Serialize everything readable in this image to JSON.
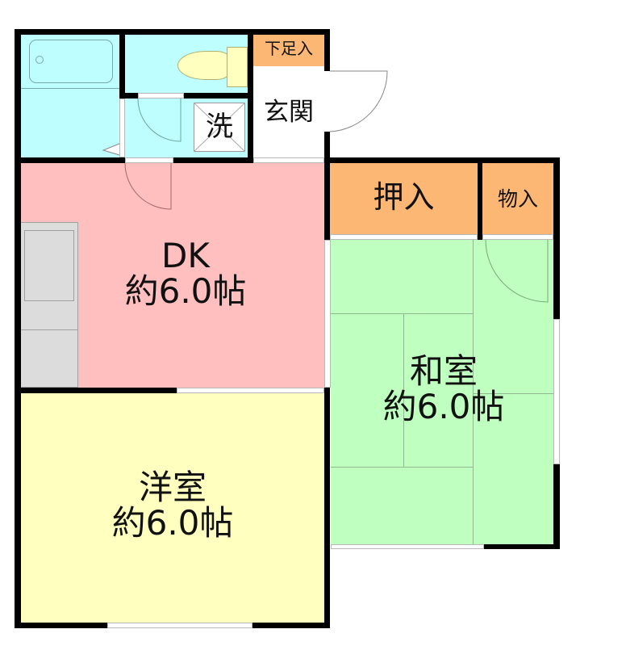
{
  "plan": {
    "colors": {
      "wet_area": "#bffefe",
      "dk": "#ffbfbf",
      "western_room": "#ffffbf",
      "japanese_room": "#bfffbf",
      "storage": "#fcb774",
      "kitchen_counter": "#dcdcdc",
      "toilet": "#ffffbf",
      "wall": "#000000"
    },
    "rooms": {
      "shoe_storage": {
        "label": "下足入"
      },
      "entrance": {
        "label": "玄関"
      },
      "washing_machine": {
        "label": "洗"
      },
      "closet": {
        "label": "押入"
      },
      "storage": {
        "label": "物入"
      },
      "dk": {
        "name": "DK",
        "size": "約6.0帖"
      },
      "japanese_room": {
        "name": "和室",
        "size": "約6.0帖"
      },
      "western_room": {
        "name": "洋室",
        "size": "約6.0帖"
      }
    }
  }
}
